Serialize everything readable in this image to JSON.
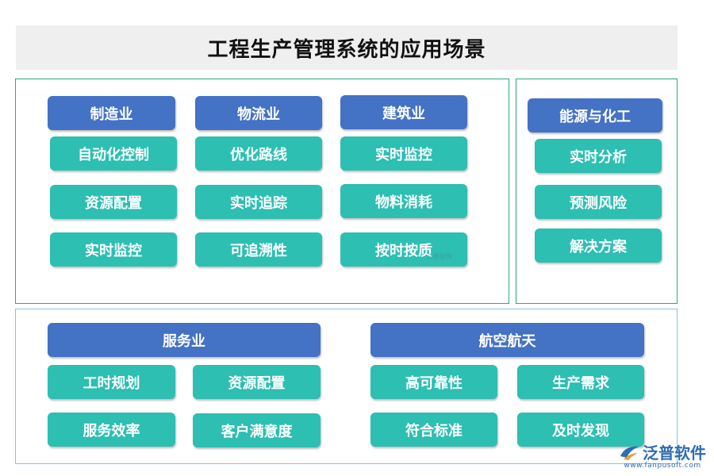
{
  "title": "工程生产管理系统的应用场景",
  "colors": {
    "header": "#4472c4",
    "item": "#2cbfb2",
    "border_green": "#2aa87e",
    "border_blue": "#7fc7d6"
  },
  "manufacturing": {
    "label": "制造业",
    "items": [
      "自动化控制",
      "资源配置",
      "实时监控"
    ]
  },
  "logistics": {
    "label": "物流业",
    "items": [
      "优化路线",
      "实时追踪",
      "可追溯性"
    ]
  },
  "construction": {
    "label": "建筑业",
    "items": [
      "实时监控",
      "物料消耗",
      "按时按质"
    ]
  },
  "energy": {
    "label": "能源与化工",
    "items": [
      "实时分析",
      "预测风险",
      "解决方案"
    ]
  },
  "service": {
    "label": "服务业",
    "items": [
      "工时规划",
      "资源配置",
      "服务效率",
      "客户满意度"
    ]
  },
  "aerospace": {
    "label": "航空航天",
    "items": [
      "高可靠性",
      "生产需求",
      "符合标准",
      "及时发现"
    ]
  },
  "watermark": {
    "small": "泛普软件"
  },
  "logo": {
    "name": "泛普软件",
    "url": "www.fanpusoft.com",
    "icon": "fanpu-logo-icon"
  }
}
